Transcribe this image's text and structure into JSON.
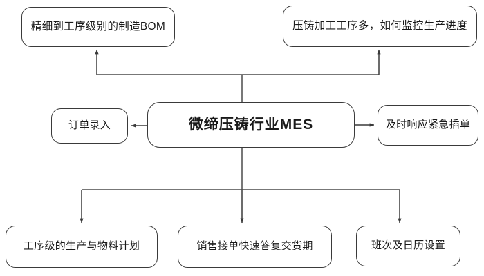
{
  "diagram": {
    "type": "flowchart",
    "center_node": {
      "id": "mes",
      "label": "微缔压铸行业MES"
    },
    "problem_nodes": [
      {
        "id": "bom",
        "label": "精细到工序级别的制造BOM"
      },
      {
        "id": "progress",
        "label": "压铸加工工序多，如何监控生产进度"
      }
    ],
    "side_nodes": [
      {
        "id": "order",
        "label": "订单录入"
      },
      {
        "id": "urgent",
        "label": "及时响应紧急插单"
      }
    ],
    "feature_nodes": [
      {
        "id": "plan",
        "label": "工序级的生产与物料计划"
      },
      {
        "id": "delivery",
        "label": "销售接单快速答复交货期"
      },
      {
        "id": "calendar",
        "label": "班次及日历设置"
      }
    ],
    "connections": [
      {
        "from": "mes",
        "to": "bom",
        "style": "orthogonal-arrow"
      },
      {
        "from": "mes",
        "to": "progress",
        "style": "orthogonal-arrow"
      },
      {
        "from": "mes",
        "to": "order",
        "style": "straight-arrow"
      },
      {
        "from": "mes",
        "to": "urgent",
        "style": "straight-arrow"
      },
      {
        "from": "mes",
        "to": "plan",
        "style": "orthogonal-arrow"
      },
      {
        "from": "mes",
        "to": "delivery",
        "style": "orthogonal-arrow"
      },
      {
        "from": "mes",
        "to": "calendar",
        "style": "orthogonal-arrow"
      }
    ],
    "colors": {
      "stroke": "#3a3a3a",
      "connector": "#4a4a4a",
      "node_fill": "#ffffff",
      "text": "#1a1a1a",
      "background": "#ffffff"
    }
  }
}
